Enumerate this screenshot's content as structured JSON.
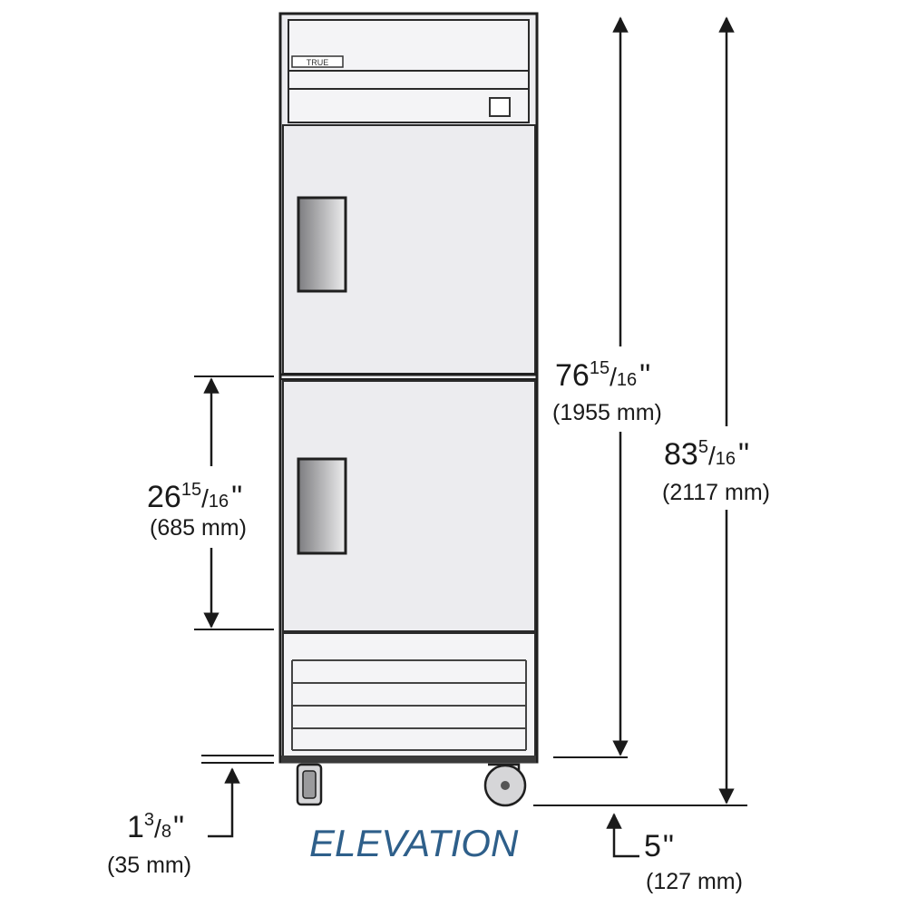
{
  "brand_plate": "TRUE",
  "caption": "ELEVATION",
  "colors": {
    "cabinet_fill": "#ececef",
    "outline": "#1f1f1f",
    "caption": "#2e5f8a",
    "handle_gradient_dark": "#7d7d80",
    "handle_gradient_light": "#ededee"
  },
  "dimensions": {
    "cabinet_height": {
      "whole": "76",
      "num": "15",
      "den": "16",
      "unit": "\"",
      "metric": "(1955 mm)"
    },
    "overall_height": {
      "whole": "83",
      "num": "5",
      "den": "16",
      "unit": "\"",
      "metric": "(2117 mm)"
    },
    "door_height": {
      "whole": "26",
      "num": "15",
      "den": "16",
      "unit": "\"",
      "metric": "(685 mm)"
    },
    "base_gap": {
      "whole": "1",
      "num": "3",
      "den": "8",
      "unit": "\"",
      "metric": "(35 mm)"
    },
    "caster_height": {
      "whole": "5",
      "unit": "\"",
      "metric": "(127 mm)"
    }
  }
}
